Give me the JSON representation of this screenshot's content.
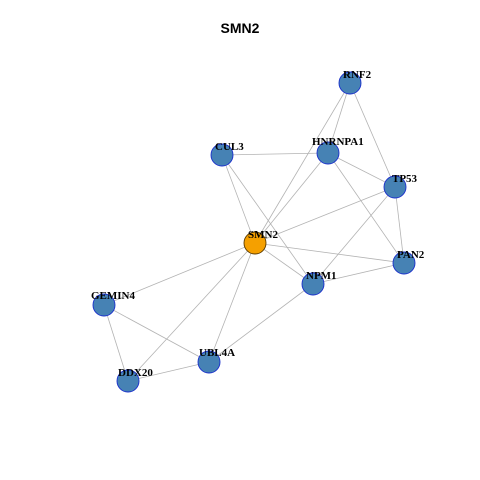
{
  "title": "SMN2",
  "colors": {
    "node_fill": "#4682b4",
    "node_stroke": "#1a2fcc",
    "focus_fill": "#f5a000",
    "focus_stroke": "#5a3a00",
    "edge": "#b3b3b3"
  },
  "nodes": [
    {
      "id": "SMN2",
      "label": "SMN2",
      "focus": true
    },
    {
      "id": "RNF2",
      "label": "RNF2",
      "focus": false
    },
    {
      "id": "HNRNPA1",
      "label": "HNRNPA1",
      "focus": false
    },
    {
      "id": "CUL3",
      "label": "CUL3",
      "focus": false
    },
    {
      "id": "TP53",
      "label": "TP53",
      "focus": false
    },
    {
      "id": "PAN2",
      "label": "PAN2",
      "focus": false
    },
    {
      "id": "NPM1",
      "label": "NPM1",
      "focus": false
    },
    {
      "id": "GEMIN4",
      "label": "GEMIN4",
      "focus": false
    },
    {
      "id": "UBL4A",
      "label": "UBL4A",
      "focus": false
    },
    {
      "id": "DDX20",
      "label": "DDX20",
      "focus": false
    }
  ],
  "edges": [
    [
      "RNF2",
      "HNRNPA1"
    ],
    [
      "RNF2",
      "TP53"
    ],
    [
      "RNF2",
      "SMN2"
    ],
    [
      "CUL3",
      "HNRNPA1"
    ],
    [
      "CUL3",
      "SMN2"
    ],
    [
      "CUL3",
      "NPM1"
    ],
    [
      "HNRNPA1",
      "TP53"
    ],
    [
      "HNRNPA1",
      "PAN2"
    ],
    [
      "HNRNPA1",
      "SMN2"
    ],
    [
      "TP53",
      "SMN2"
    ],
    [
      "TP53",
      "NPM1"
    ],
    [
      "TP53",
      "PAN2"
    ],
    [
      "SMN2",
      "PAN2"
    ],
    [
      "SMN2",
      "NPM1"
    ],
    [
      "SMN2",
      "GEMIN4"
    ],
    [
      "SMN2",
      "UBL4A"
    ],
    [
      "SMN2",
      "DDX20"
    ],
    [
      "NPM1",
      "PAN2"
    ],
    [
      "NPM1",
      "UBL4A"
    ],
    [
      "GEMIN4",
      "UBL4A"
    ],
    [
      "GEMIN4",
      "DDX20"
    ],
    [
      "UBL4A",
      "DDX20"
    ]
  ]
}
